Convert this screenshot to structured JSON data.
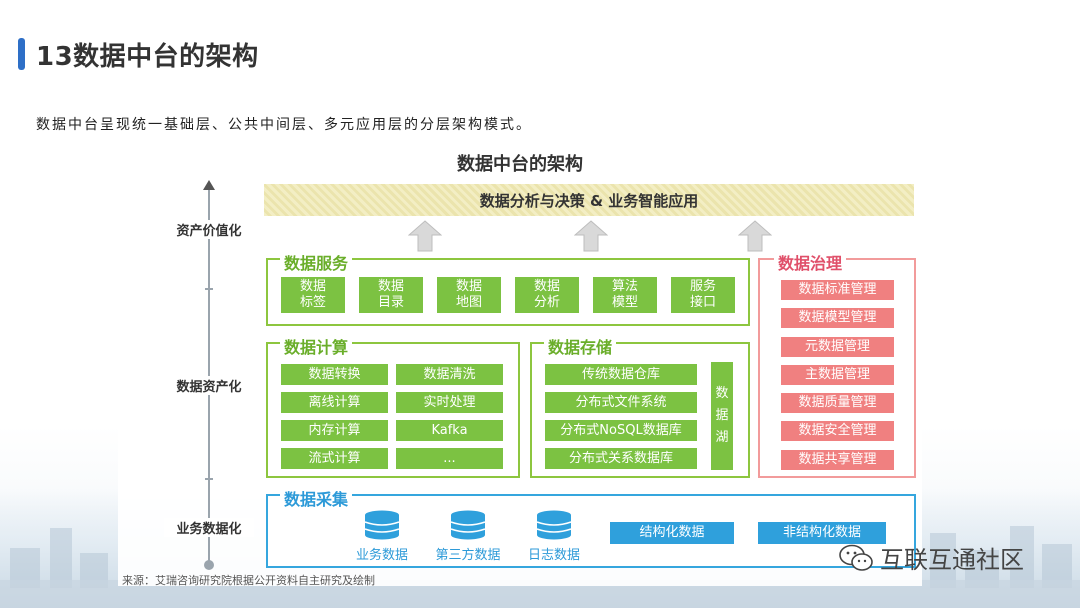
{
  "slide": {
    "title": "13数据中台的架构",
    "subtitle": "数据中台呈现统一基础层、公共中间层、多元应用层的分层架构模式。"
  },
  "diagram": {
    "title": "数据中台的架构",
    "banner": "数据分析与决策 & 业务智能应用",
    "axis_labels": [
      "资产价值化",
      "数据资产化",
      "业务数据化"
    ],
    "service": {
      "title": "数据服务",
      "items": [
        "数据\n标签",
        "数据\n目录",
        "数据\n地图",
        "数据\n分析",
        "算法\n模型",
        "服务\n接口"
      ]
    },
    "compute": {
      "title": "数据计算",
      "items": [
        "数据转换",
        "数据清洗",
        "离线计算",
        "实时处理",
        "内存计算",
        "Kafka",
        "流式计算",
        "..."
      ]
    },
    "storage": {
      "title": "数据存储",
      "items": [
        "传统数据仓库",
        "分布式文件系统",
        "分布式NoSQL数据库",
        "分布式关系数据库"
      ],
      "lake": "数\n据\n湖"
    },
    "governance": {
      "title": "数据治理",
      "items": [
        "数据标准管理",
        "数据模型管理",
        "元数据管理",
        "主数据管理",
        "数据质量管理",
        "数据安全管理",
        "数据共享管理"
      ]
    },
    "collect": {
      "title": "数据采集",
      "sources": [
        "业务数据",
        "第三方数据",
        "日志数据"
      ],
      "types": [
        "结构化数据",
        "非结构化数据"
      ]
    }
  },
  "footer": {
    "source": "来源：艾瑞咨询研究院根据公开资料自主研究及绘制",
    "watermark": "互联互通社区"
  },
  "colors": {
    "green": "#7cc242",
    "red": "#f08080",
    "blue": "#2fa0dc",
    "title_bar": "#2e6fc7"
  }
}
